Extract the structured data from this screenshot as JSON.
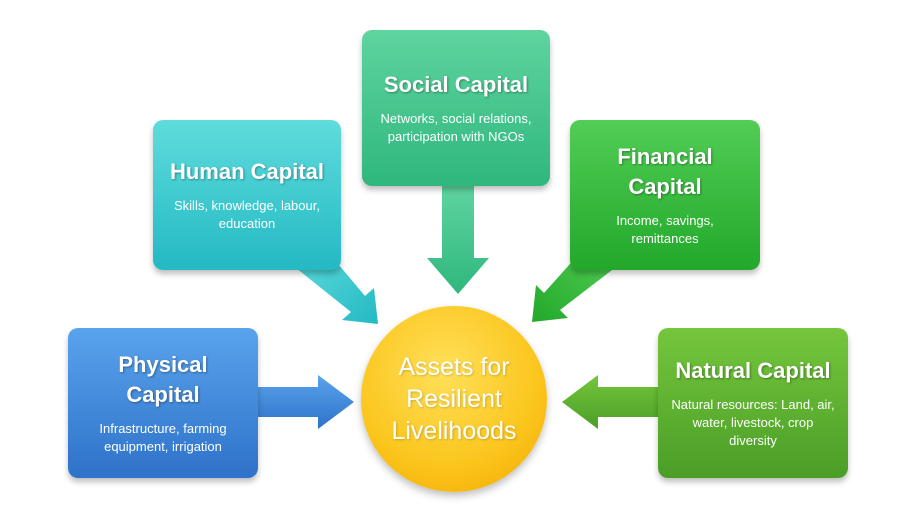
{
  "diagram": {
    "center": {
      "label": "Assets for Resilient Livelihoods"
    },
    "nodes": {
      "social": {
        "title": "Social Capital",
        "description": "Networks, social relations, participation with NGOs"
      },
      "human": {
        "title": "Human Capital",
        "description": "Skills, knowledge, labour, education"
      },
      "financial": {
        "title": "Financial Capital",
        "description": "Income, savings, remittances"
      },
      "physical": {
        "title": "Physical Capital",
        "description": "Infrastructure, farming equipment, irrigation"
      },
      "natural": {
        "title": "Natural Capital",
        "description": "Natural resources: Land, air, water, livestock, crop diversity"
      }
    }
  },
  "colors": {
    "social": "#3cc48a",
    "human": "#33c4cc",
    "financial": "#2fb636",
    "physical": "#3d86d9",
    "natural": "#5cab2e",
    "center": "#fbc51c"
  }
}
